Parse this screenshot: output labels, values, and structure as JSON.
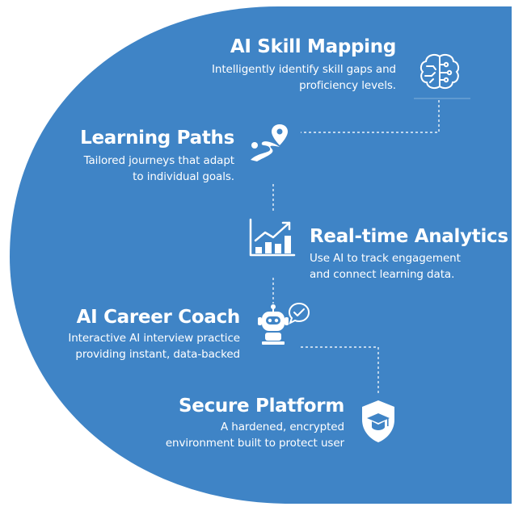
{
  "features": [
    {
      "title": "AI Skill Mapping",
      "desc_lines": [
        "Intelligently identify skill gaps and",
        "proficiency levels."
      ],
      "icon": "brain-circuit-icon"
    },
    {
      "title": "Learning Paths",
      "desc_lines": [
        "Tailored journeys that adapt",
        "to individual goals."
      ],
      "icon": "route-pin-icon"
    },
    {
      "title": "Real-time Analytics",
      "desc_lines": [
        "Use AI to track engagement",
        "and connect learning data."
      ],
      "icon": "analytics-chart-icon"
    },
    {
      "title": "AI Career Coach",
      "desc_lines": [
        "Interactive AI interview practice",
        "providing instant, data-backed"
      ],
      "icon": "robot-coach-icon"
    },
    {
      "title": "Secure Platform",
      "desc_lines": [
        "A hardened, encrypted",
        "environment built to protect user"
      ],
      "icon": "shield-graduation-icon"
    }
  ],
  "colors": {
    "background": "#3f84c6",
    "text": "#ffffff"
  }
}
